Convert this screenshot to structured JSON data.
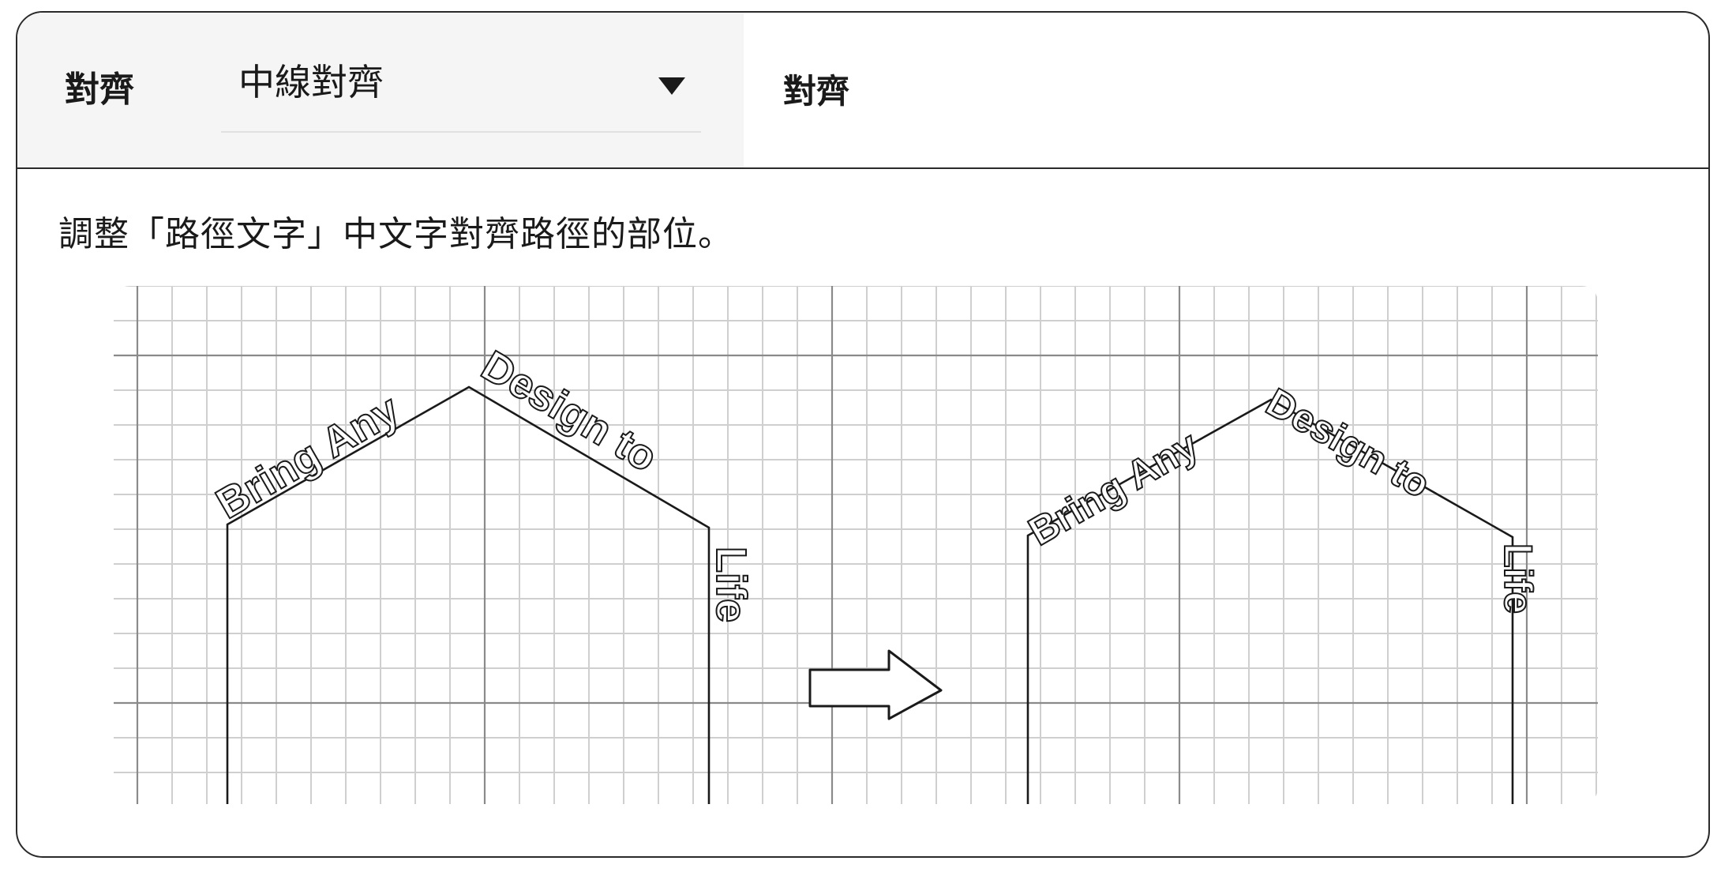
{
  "setting": {
    "label": "對齊",
    "select_value": "中線對齊",
    "dropdown_icon": "caret-down-icon"
  },
  "detail": {
    "title": "對齊",
    "description": "調整「路徑文字」中文字對齊路徑的部位。"
  },
  "illustration": {
    "path_text": "Bring Any Design to Life",
    "before": {
      "segments": [
        "Bring Any ",
        "Design to ",
        "Life"
      ]
    },
    "after": {
      "segments": [
        "Bring Any ",
        "Design to ",
        "Life"
      ]
    },
    "arrow_icon": "right-arrow-icon",
    "colors": {
      "grid_minor": "#cfcfcf",
      "grid_major": "#8a8a8a",
      "outline": "#1a1a1a"
    }
  }
}
